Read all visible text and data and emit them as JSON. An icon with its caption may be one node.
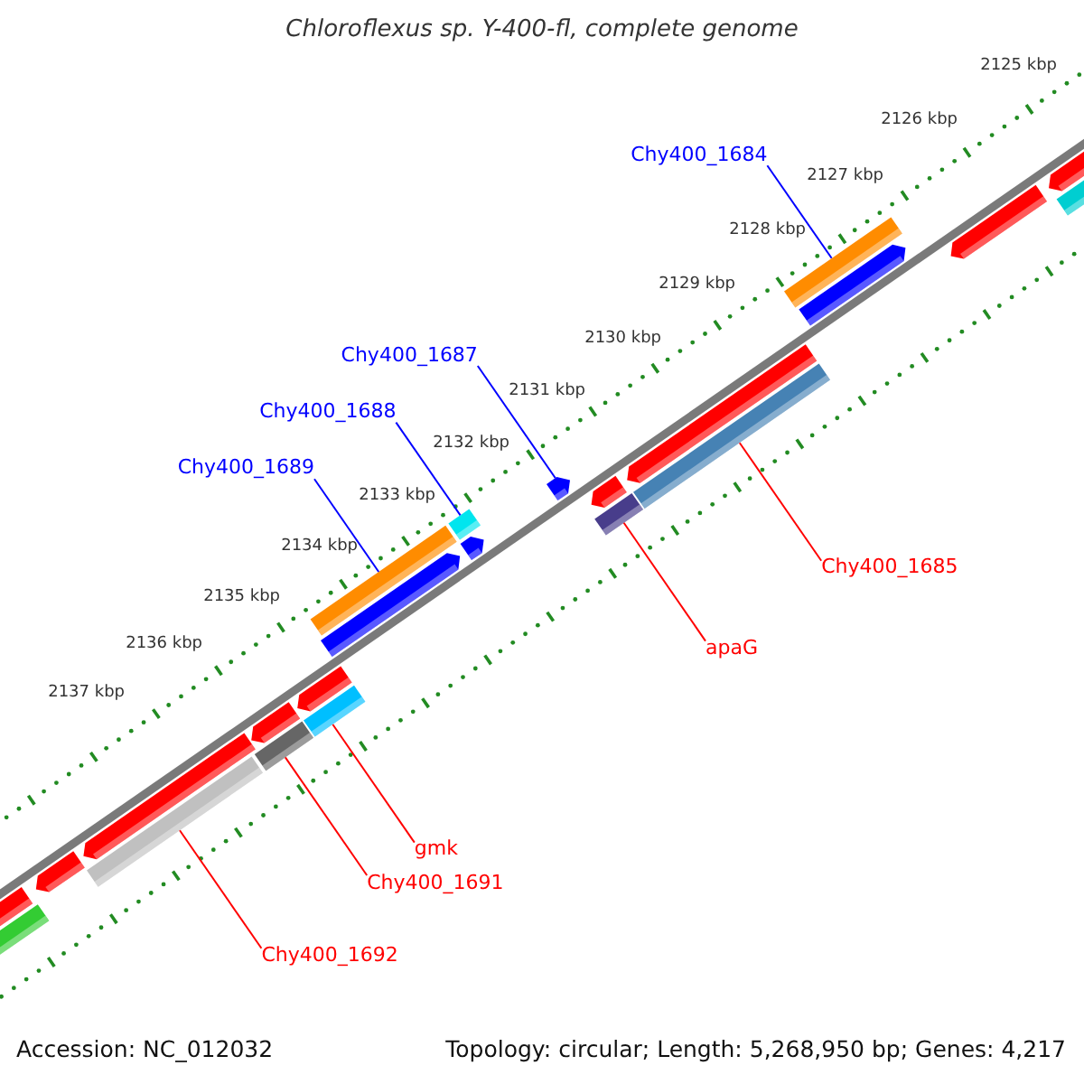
{
  "diagram": {
    "title": "Chloroflexus sp. Y-400-fl, complete genome",
    "nodes": [
      {
        "text": [
          "Chy400_1684"
        ]
      },
      {
        "text": [
          "Chy400_1687"
        ]
      },
      {
        "text": [
          "Chy400_1688"
        ]
      },
      {
        "text": [
          "Chy400_1689"
        ]
      },
      {
        "text": [
          "Chy400_1685"
        ]
      },
      {
        "text": [
          "apaG"
        ]
      },
      {
        "text": [
          "gmk"
        ]
      },
      {
        "text": [
          "Chy400_1691"
        ]
      },
      {
        "text": [
          "Chy400_1692"
        ]
      },
      {
        "text": [],
        "shape": "bar"
      },
      {
        "text": [],
        "shape": "bar"
      },
      {
        "text": [],
        "shape": "bar"
      },
      {
        "text": [],
        "shape": "bar"
      },
      {
        "text": [],
        "shape": "bar"
      },
      {
        "text": [],
        "shape": "bar"
      },
      {
        "text": [],
        "shape": "bar"
      },
      {
        "text": [],
        "shape": "bar"
      },
      {
        "text": [],
        "shape": "bar"
      },
      {
        "text": [],
        "shape": "bar"
      },
      {
        "text": [],
        "shape": "bar"
      },
      {
        "text": [],
        "shape": "bar"
      },
      {
        "text": [],
        "shape": "bar"
      },
      {
        "text": [],
        "shape": "bar"
      },
      {
        "text": [],
        "shape": "bar"
      },
      {
        "text": [],
        "shape": "bar"
      },
      {
        "text": [],
        "shape": "bar"
      },
      {
        "text": [],
        "shape": "bar"
      },
      {
        "text": [],
        "shape": "bar"
      },
      {
        "text": [],
        "shape": "bar"
      },
      {
        "text": [],
        "shape": "bar"
      },
      {
        "text": [],
        "shape": "bar"
      },
      {
        "text": [],
        "shape": "bar"
      }
    ],
    "edges": [
      {
        "from": 0,
        "to": 27,
        "arrow": "none",
        "color": "#0000ff"
      },
      {
        "from": 1,
        "to": 22,
        "arrow": "none",
        "color": "#0000ff"
      },
      {
        "from": 2,
        "to": 21,
        "arrow": "none",
        "color": "#0000ff"
      },
      {
        "from": 3,
        "to": 18,
        "arrow": "none",
        "color": "#0000ff"
      },
      {
        "from": 4,
        "to": 25,
        "arrow": "none"
      },
      {
        "from": 5,
        "to": 23,
        "arrow": "none"
      },
      {
        "from": 6,
        "to": 16,
        "arrow": "none"
      },
      {
        "from": 7,
        "to": 14,
        "arrow": "none"
      },
      {
        "from": 8,
        "to": 12,
        "arrow": "none"
      }
    ],
    "labels": [
      "2125 kbp",
      "2126 kbp",
      "2127 kbp",
      "2128 kbp",
      "2129 kbp",
      "2130 kbp",
      "2131 kbp",
      "2132 kbp",
      "2133 kbp",
      "2134 kbp",
      "2135 kbp",
      "2136 kbp",
      "2137 kbp",
      "Accession: NC_012032",
      "Topology: circular; Length: 5,268,950 bp; Genes: 4,217"
    ]
  }
}
